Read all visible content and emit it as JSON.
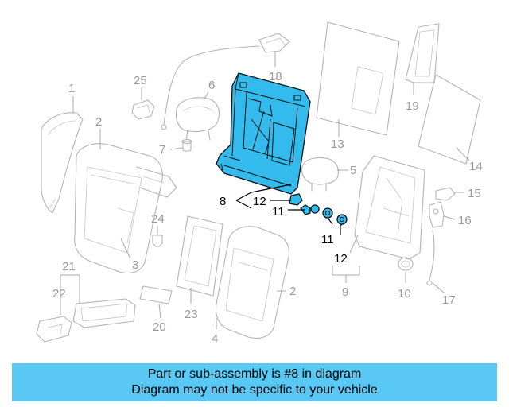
{
  "diagram": {
    "callouts": {
      "c1": "1",
      "c2a": "2",
      "c2b": "2",
      "c3": "3",
      "c4": "4",
      "c5": "5",
      "c6": "6",
      "c7": "7",
      "c8": "8",
      "c9": "9",
      "c10": "10",
      "c11a": "11",
      "c11b": "11",
      "c12a": "12",
      "c12b": "12",
      "c13": "13",
      "c14": "14",
      "c15": "15",
      "c16": "16",
      "c17": "17",
      "c18": "18",
      "c19": "19",
      "c20": "20",
      "c21": "21",
      "c22": "22",
      "c23": "23",
      "c24": "24",
      "c25": "25"
    },
    "highlighted_part": "8",
    "colors": {
      "highlight": "#33bbee",
      "banner": "#5ac8f5"
    }
  },
  "banner": {
    "line1": "Part or sub-assembly is #8 in diagram",
    "line2": "Diagram may not be specific to your vehicle"
  }
}
